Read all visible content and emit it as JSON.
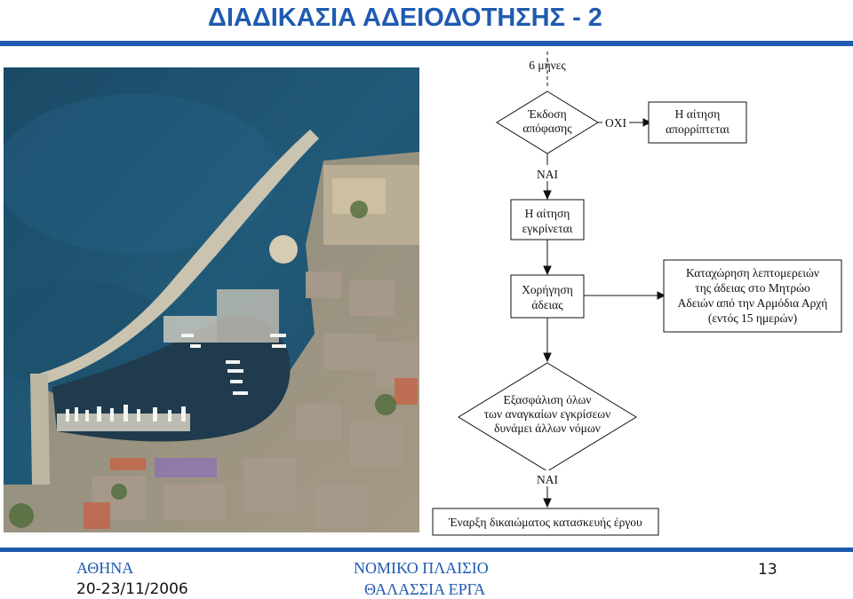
{
  "slide": {
    "title": "ΔΙΑΔΙΚΑΣΙΑ ΑΔΕΙΟΔΟΤΗΣΗΣ - 2",
    "page_number": "13"
  },
  "flowchart": {
    "duration": "6 μήνες",
    "decision_1": [
      "Έκδοση",
      "απόφασης"
    ],
    "no_label": "ΟΧΙ",
    "rejected": [
      "Η αίτηση",
      "απορρίπτεται"
    ],
    "yes_label_1": "ΝΑΙ",
    "approved": [
      "Η αίτηση",
      "εγκρίνεται"
    ],
    "grant": [
      "Χορήγηση",
      "άδειας"
    ],
    "registry": [
      "Καταχώρηση λεπτομερειών",
      "της άδειας στο Μητρώο",
      "Αδειών από την Αρμόδια Αρχή",
      "(εντός 15 ημερών)"
    ],
    "decision_2": [
      "Εξασφάλιση όλων",
      "των αναγκαίων εγκρίσεων",
      "δυνάμει άλλων νόμων"
    ],
    "yes_label_2": "ΝΑΙ",
    "start_rights": "Έναρξη δικαιώματος κατασκευής έργου"
  },
  "footer": {
    "city": "ΑΘΗΝΑ",
    "dates": "20-23/11/2006",
    "subject_line1": "ΝΟΜΙΚΟ ΠΛΑΙΣΙΟ",
    "subject_line2": "ΘΑΛΑΣΣΙΑ ΕΡΓΑ"
  },
  "colors": {
    "accent": "#1f5bb0",
    "sea": "#1d4f70",
    "harbor_water": "#1f3b4d"
  }
}
